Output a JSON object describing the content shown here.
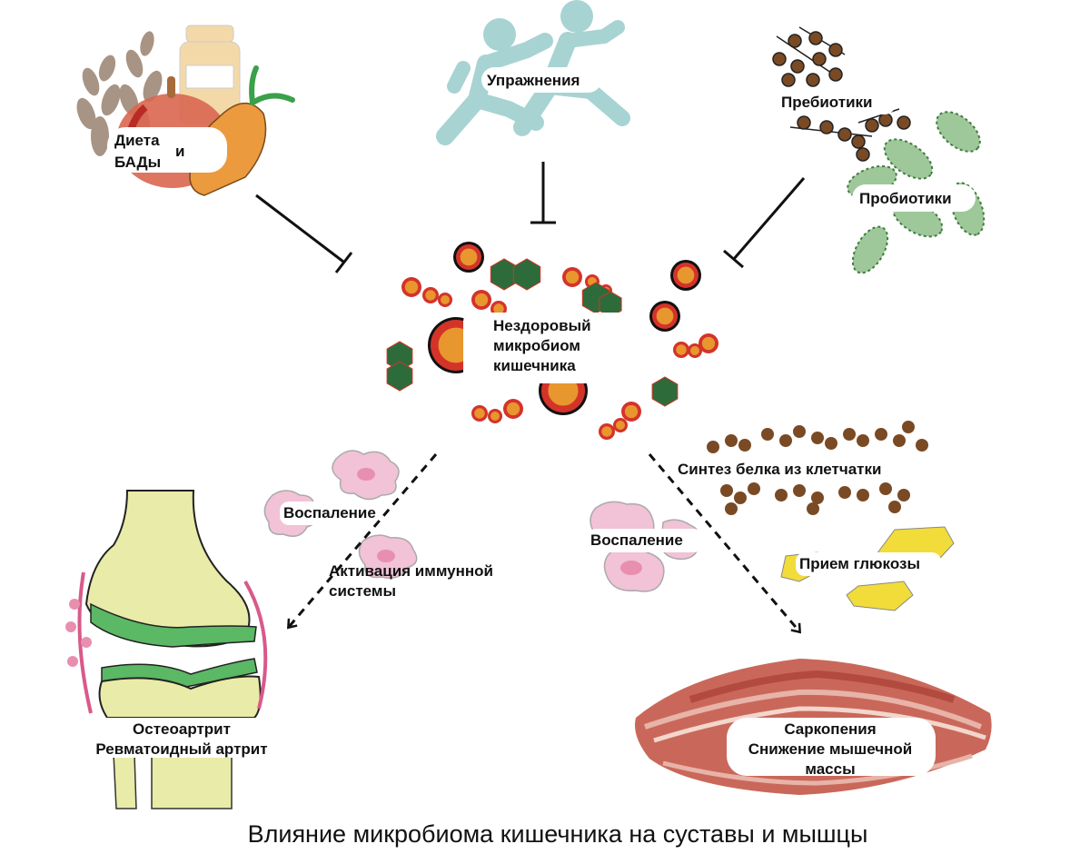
{
  "title": "Влияние микробиома кишечника на суставы и мышцы",
  "factors": {
    "diet": {
      "line1": "Диета",
      "line2": "БАДы",
      "conj": "и"
    },
    "exercise": {
      "label": "Упражнения"
    },
    "prebiotics": {
      "label": "Пребиотики"
    },
    "probiotics": {
      "label": "Пробиотики"
    }
  },
  "microbiome": {
    "line1": "Нездоровый",
    "line2": "микробиом",
    "line3": "кишечника"
  },
  "left_pathway": {
    "inflammation": "Воспаление",
    "immune_line1": "Активация иммунной",
    "immune_line2": "системы",
    "outcome_line1": "Остеоартрит",
    "outcome_line2": "Ревматоидный артрит"
  },
  "right_pathway": {
    "protein": "Синтез белка из клетчатки",
    "inflammation": "Воспаление",
    "glucose": "Прием глюкозы",
    "outcome_line1": "Саркопения",
    "outcome_line2": "Снижение мышечной",
    "outcome_line3": "массы"
  },
  "colors": {
    "bacteria_red": "#d4332a",
    "bacteria_orange": "#e8962e",
    "hexagon_green": "#2e6b3a",
    "prebiotic_brown": "#7a4a24",
    "probiotic_green": "#9ec79a",
    "runner_teal": "#a8d3d3",
    "bone_yellow": "#e9eba8",
    "cartilage_green": "#5bb865",
    "muscle_red": "#c9685a",
    "glucose_yellow": "#f1dc3a",
    "immune_pink": "#f2c2d6"
  }
}
